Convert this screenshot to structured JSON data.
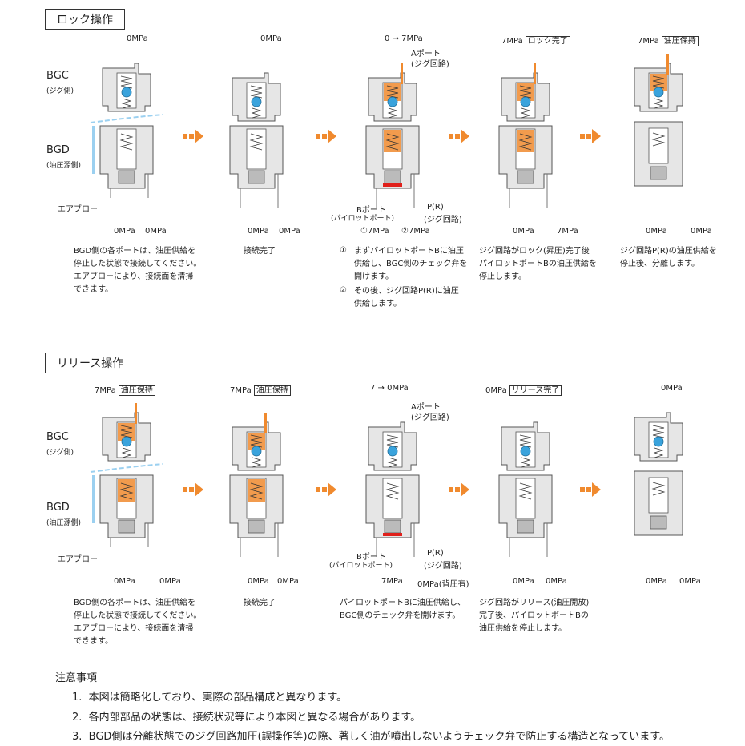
{
  "lock": {
    "title": "ロック操作",
    "bgc_label": "BGC",
    "bgc_sub": "(ジグ側)",
    "bgd_label": "BGD",
    "bgd_sub": "(油圧源側)",
    "air_blow": "エアブロー",
    "stage1": {
      "top": "0MPa",
      "bottom_left": "0MPa",
      "bottom_right": "0MPa",
      "desc": "BGD側の各ポートは、油圧供給を\n停止した状態で接続してください。\nエアブローにより、接続面を清掃\nできます。"
    },
    "stage2": {
      "top": "0MPa",
      "bottom_left": "0MPa",
      "bottom_right": "0MPa",
      "desc": "接続完了"
    },
    "stage3": {
      "top": "0 → 7MPa",
      "a_port": "Aポート",
      "a_port_sub": "(ジグ回路)",
      "b_port": "Bポート",
      "b_port_sub": "(パイロットポート)",
      "p_port": "P(R)",
      "p_port_sub": "(ジグ回路)",
      "bottom_left": "①7MPa",
      "bottom_right": "②7MPa",
      "desc1_num": "①",
      "desc1": "まずパイロットポートBに油圧\n供給し、BGC側のチェック弁を\n開けます。",
      "desc2_num": "②",
      "desc2": "その後、ジグ回路P(R)に油圧\n供給します。"
    },
    "stage4": {
      "top": "7MPa",
      "tag": "ロック完了",
      "bottom_left": "0MPa",
      "bottom_right": "7MPa",
      "desc": "ジグ回路がロック(昇圧)完了後\nパイロットポートBの油圧供給を\n停止します。"
    },
    "stage5": {
      "top": "7MPa",
      "tag": "油圧保持",
      "bottom_left": "0MPa",
      "bottom_right": "0MPa",
      "desc": "ジグ回路P(R)の油圧供給を\n停止後、分離します。"
    }
  },
  "release": {
    "title": "リリース操作",
    "bgc_label": "BGC",
    "bgc_sub": "(ジグ側)",
    "bgd_label": "BGD",
    "bgd_sub": "(油圧源側)",
    "air_blow": "エアブロー",
    "stage1": {
      "top": "7MPa",
      "tag": "油圧保持",
      "bottom_left": "0MPa",
      "bottom_right": "0MPa",
      "desc": "BGD側の各ポートは、油圧供給を\n停止した状態で接続してください。\nエアブローにより、接続面を清掃\nできます。"
    },
    "stage2": {
      "top": "7MPa",
      "tag": "油圧保持",
      "bottom_left": "0MPa",
      "bottom_right": "0MPa",
      "desc": "接続完了"
    },
    "stage3": {
      "top": "7 → 0MPa",
      "a_port": "Aポート",
      "a_port_sub": "(ジグ回路)",
      "b_port": "Bポート",
      "b_port_sub": "(パイロットポート)",
      "p_port": "P(R)",
      "p_port_sub": "(ジグ回路)",
      "bottom_left": "7MPa",
      "bottom_right": "0MPa(背圧有)",
      "desc": "パイロットポートBに油圧供給し、\nBGC側のチェック弁を開けます。"
    },
    "stage4": {
      "top": "0MPa",
      "tag": "リリース完了",
      "bottom_left": "0MPa",
      "bottom_right": "0MPa",
      "desc": "ジグ回路がリリース(油圧開放)\n完了後、パイロットポートBの\n油圧供給を停止します。"
    },
    "stage5": {
      "top": "0MPa",
      "bottom_left": "0MPa",
      "bottom_right": "0MPa"
    }
  },
  "notes": {
    "title": "注意事項",
    "items": [
      {
        "num": "1.",
        "text": "本図は簡略化しており、実際の部品構成と異なります。"
      },
      {
        "num": "2.",
        "text": "各内部部品の状態は、接続状況等により本図と異なる場合があります。"
      },
      {
        "num": "3.",
        "text": "BGD側は分離状態でのジグ回路加圧(誤操作等)の際、著しく油が噴出しないようチェック弁で防止する構造となっています。"
      }
    ]
  },
  "colors": {
    "accent": "#f08a2e",
    "blue": "#3aa3dc",
    "red": "#e0201b",
    "body": "#e6e6e6",
    "outline": "#555555"
  }
}
